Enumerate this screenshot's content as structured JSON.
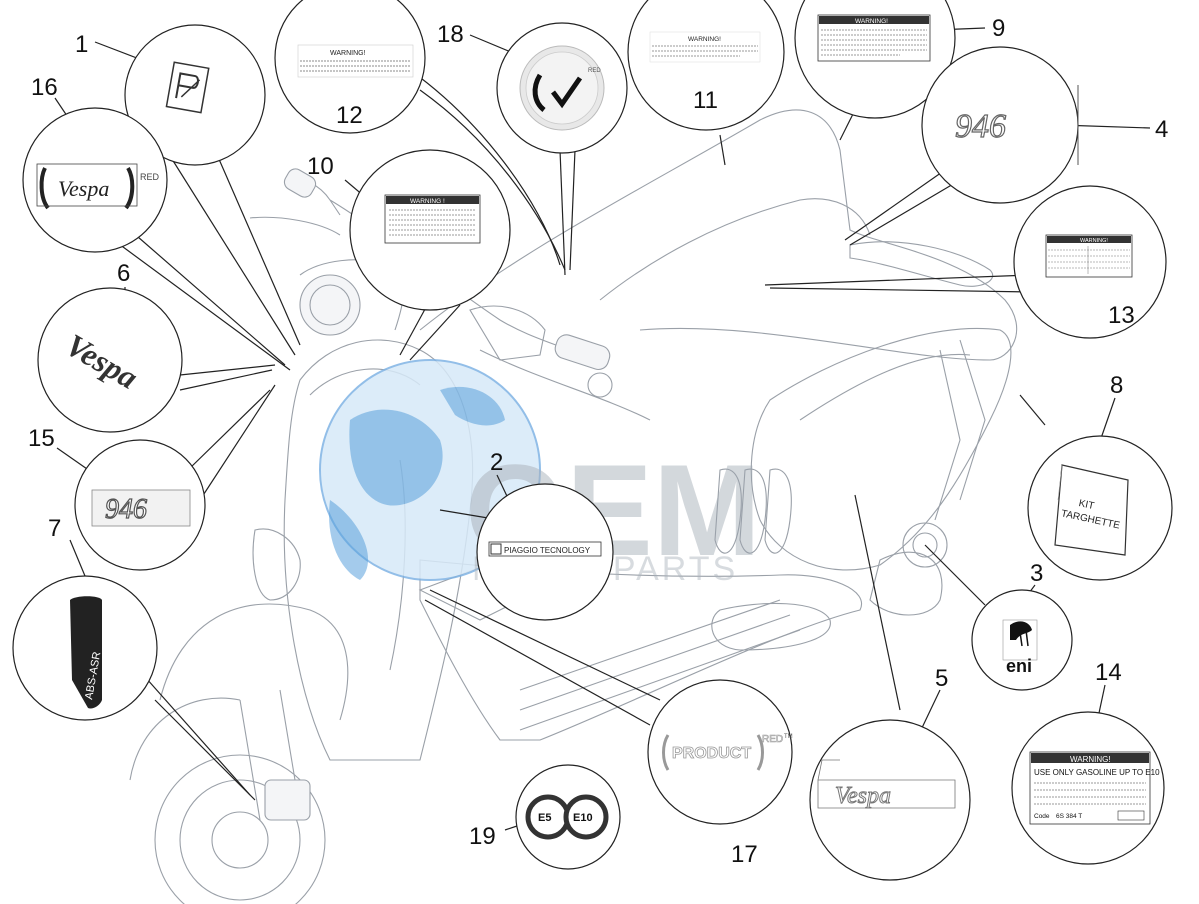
{
  "callouts": {
    "c1": "1",
    "c2": "2",
    "c3": "3",
    "c4": "4",
    "c5": "5",
    "c6": "6",
    "c7": "7",
    "c8": "8",
    "c9": "9",
    "c10": "10",
    "c11": "11",
    "c12": "12",
    "c13": "13",
    "c14": "14",
    "c15": "15",
    "c16": "16",
    "c17": "17",
    "c18": "18",
    "c19": "19"
  },
  "labels": {
    "warning": "WARNING!",
    "warning_10": "WARNING !",
    "kit_line1": "KIT",
    "kit_line2": "TARGHETTE",
    "piaggio_tech": "PIAGGIO TECNOLOGY",
    "product": "PRODUCT",
    "product_red": "RED",
    "product_tm": "TM",
    "vespa": "Vespa",
    "vespa_red": "RED",
    "model_946": "946",
    "abs_asr": "ABS-ASR",
    "eni": "eni",
    "e5": "E5",
    "e10": "E10",
    "fuel_line1": "USE ONLY GASOLINE UP TO E10",
    "fuel_code": "Code",
    "fuel_code_value": "6S 384 T"
  },
  "watermark": {
    "logo": "OEM",
    "text": "MOTORPARTS"
  },
  "colors": {
    "line": "#222222",
    "scooter": "#9aa0a8",
    "watermark_globe": "#3d8fd6",
    "watermark_text": "#9aa3ad",
    "warning_label": "#2b2b2b"
  }
}
